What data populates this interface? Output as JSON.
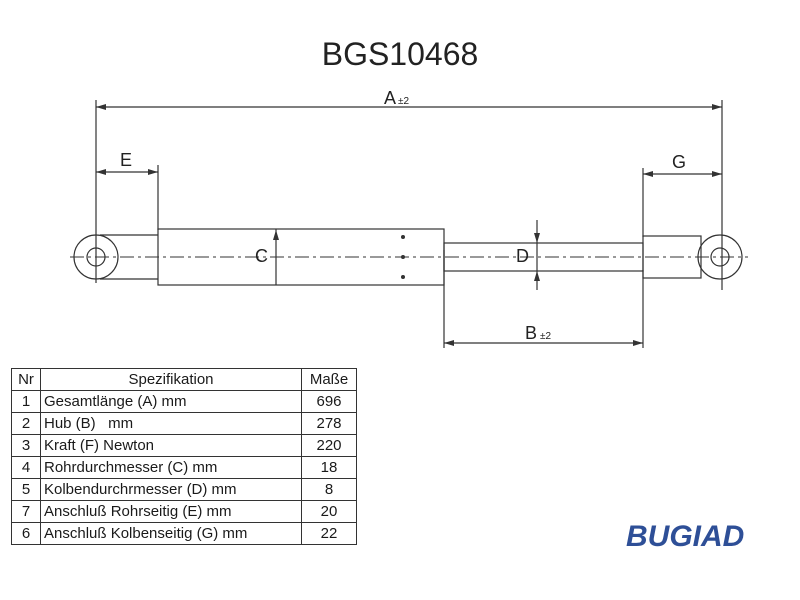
{
  "title": "BGS10468",
  "dimension_labels": {
    "A": "A",
    "A_tol": "±2",
    "B": "B",
    "B_tol": "±2",
    "C": "C",
    "D": "D",
    "E": "E",
    "G": "G"
  },
  "table": {
    "headers": [
      "Nr",
      "Spezifikation",
      "Maße"
    ],
    "rows": [
      {
        "nr": "1",
        "desc": "Gesamtlänge (A) mm",
        "val": "696"
      },
      {
        "nr": "2",
        "desc": "Hub (B)   mm",
        "val": "278"
      },
      {
        "nr": "3",
        "desc": "Kraft (F) Newton",
        "val": "220"
      },
      {
        "nr": "4",
        "desc": "Rohrdurchmesser (C) mm",
        "val": "18"
      },
      {
        "nr": "5",
        "desc": "Kolbendurchrmesser (D) mm",
        "val": "8"
      },
      {
        "nr": "7",
        "desc": "Anschluß Rohrseitig (E) mm",
        "val": "20"
      },
      {
        "nr": "6",
        "desc": "Anschluß Kolbenseitig (G) mm",
        "val": "22"
      }
    ]
  },
  "logo": "BUGIAD",
  "colors": {
    "logo": "#2e4f97",
    "line": "#333333"
  }
}
